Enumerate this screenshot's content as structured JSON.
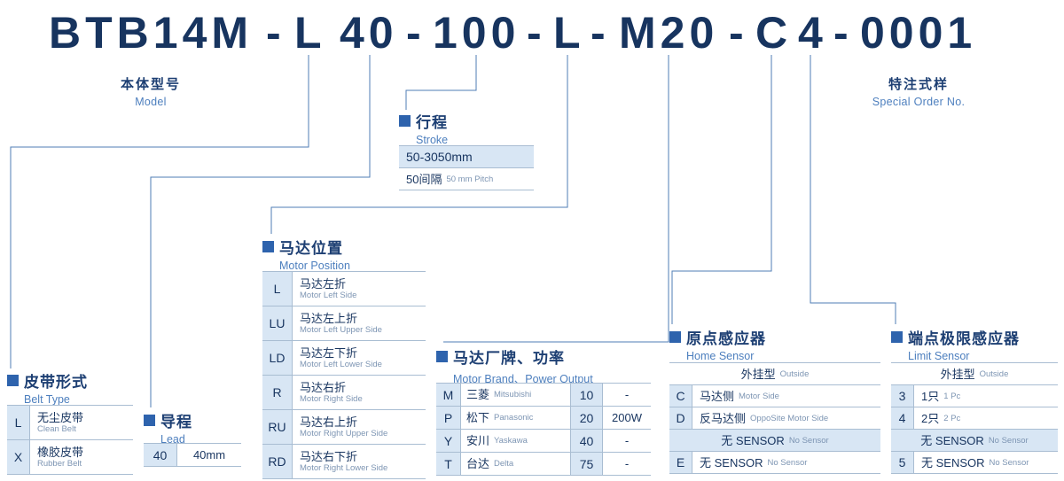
{
  "colors": {
    "navy_text": "#17345f",
    "title_navy": "#1d3f73",
    "bullet_blue": "#2e63ad",
    "english_blue": "#4d7fbe",
    "cell_english_gray": "#7d95b3",
    "row_highlight": "#d8e6f4",
    "table_border": "#a9bdd2",
    "callout_line": "#4f7cb4"
  },
  "model": {
    "segments": [
      "BTB14M",
      "-",
      "L",
      "40",
      "-",
      "100",
      "-",
      "L",
      "-",
      "M20",
      "-",
      "C",
      "4",
      "-",
      "0001"
    ]
  },
  "model_label": {
    "zh": "本体型号",
    "en": "Model"
  },
  "special_label": {
    "zh": "特注式样",
    "en": "Special Order No."
  },
  "stroke": {
    "title_zh": "行程",
    "title_en": "Stroke",
    "range": "50-3050mm",
    "pitch_zh": "50间隔",
    "pitch_en": "50 mm Pitch"
  },
  "motor_position": {
    "title_zh": "马达位置",
    "title_en": "Motor Position",
    "rows": [
      {
        "code": "L",
        "zh": "马达左折",
        "en": "Motor Left Side"
      },
      {
        "code": "LU",
        "zh": "马达左上折",
        "en": "Motor Left Upper Side"
      },
      {
        "code": "LD",
        "zh": "马达左下折",
        "en": "Motor Left Lower Side"
      },
      {
        "code": "R",
        "zh": "马达右折",
        "en": "Motor Right Side"
      },
      {
        "code": "RU",
        "zh": "马达右上折",
        "en": "Motor Right Upper Side"
      },
      {
        "code": "RD",
        "zh": "马达右下折",
        "en": "Motor Right Lower Side"
      }
    ]
  },
  "belt_type": {
    "title_zh": "皮带形式",
    "title_en": "Belt Type",
    "rows": [
      {
        "code": "L",
        "zh": "无尘皮带",
        "en": "Clean Belt"
      },
      {
        "code": "X",
        "zh": "橡胶皮带",
        "en": "Rubber Belt"
      }
    ]
  },
  "lead": {
    "title_zh": "导程",
    "title_en": "Lead",
    "code": "40",
    "value": "40mm"
  },
  "motor_brand": {
    "title_zh": "马达厂牌、功率",
    "title_en": "Motor Brand、Power Output",
    "rows": [
      {
        "code": "M",
        "zh": "三菱",
        "en": "Mitsubishi",
        "power": "10",
        "watt": "-"
      },
      {
        "code": "P",
        "zh": "松下",
        "en": "Panasonic",
        "power": "20",
        "watt": "200W"
      },
      {
        "code": "Y",
        "zh": "安川",
        "en": "Yaskawa",
        "power": "40",
        "watt": "-"
      },
      {
        "code": "T",
        "zh": "台达",
        "en": "Delta",
        "power": "75",
        "watt": "-"
      }
    ]
  },
  "home_sensor": {
    "title_zh": "原点感应器",
    "title_en": "Home Sensor",
    "group_zh": "外挂型",
    "group_en": "Outside",
    "rows": [
      {
        "code": "C",
        "zh": "马达侧",
        "en": "Motor Side"
      },
      {
        "code": "D",
        "zh": "反马达侧",
        "en": "OppoSite Motor Side"
      }
    ],
    "none_zh": "无 SENSOR",
    "none_en": "No Sensor",
    "none_code_row": {
      "code": "E",
      "zh": "无 SENSOR",
      "en": "No Sensor"
    }
  },
  "limit_sensor": {
    "title_zh": "端点极限感应器",
    "title_en": "Limit Sensor",
    "group_zh": "外挂型",
    "group_en": "Outside",
    "rows": [
      {
        "code": "3",
        "zh": "1只",
        "en": "1 Pc"
      },
      {
        "code": "4",
        "zh": "2只",
        "en": "2 Pc"
      }
    ],
    "none_zh": "无 SENSOR",
    "none_en": "No Sensor",
    "none_code_row": {
      "code": "5",
      "zh": "无 SENSOR",
      "en": "No Sensor"
    }
  }
}
